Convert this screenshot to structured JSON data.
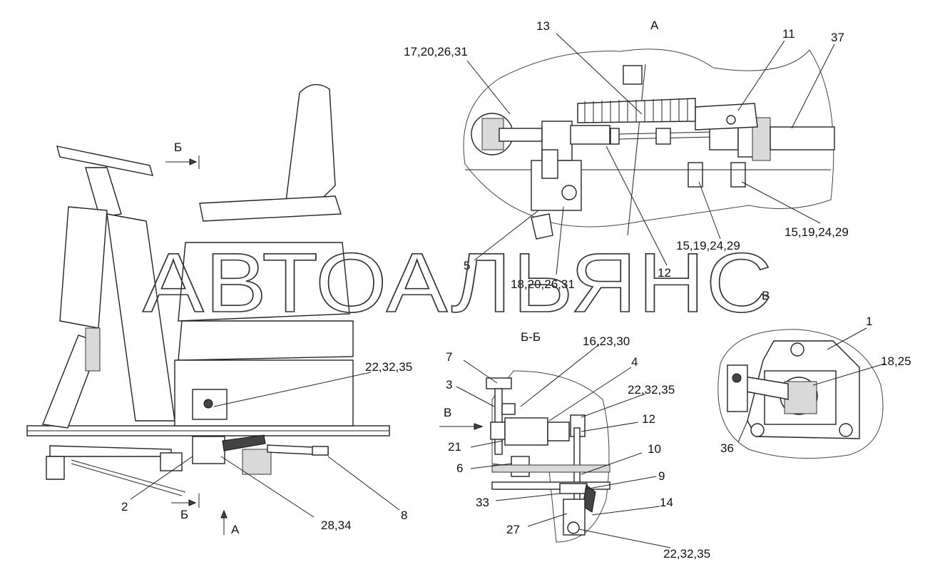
{
  "watermark": "АВТОАЛЬЯНС",
  "views": {
    "a": "А",
    "b_b": "Б-Б",
    "v": "В",
    "b_top": "Б",
    "b_bottom": "Б",
    "a_bottom": "А",
    "v_arrow": "В"
  },
  "callouts": [
    "17,20,26,31",
    "13",
    "11",
    "37",
    "15,19,24,29",
    "15,19,24,29",
    "5",
    "18,20,26,31",
    "12",
    "1",
    "18,25",
    "36",
    "16,23,30",
    "7",
    "4",
    "3",
    "22,32,35",
    "12",
    "21",
    "10",
    "6",
    "9",
    "33",
    "14",
    "27",
    "22,32,35",
    "22,32,35",
    "2",
    "28,34",
    "8"
  ]
}
